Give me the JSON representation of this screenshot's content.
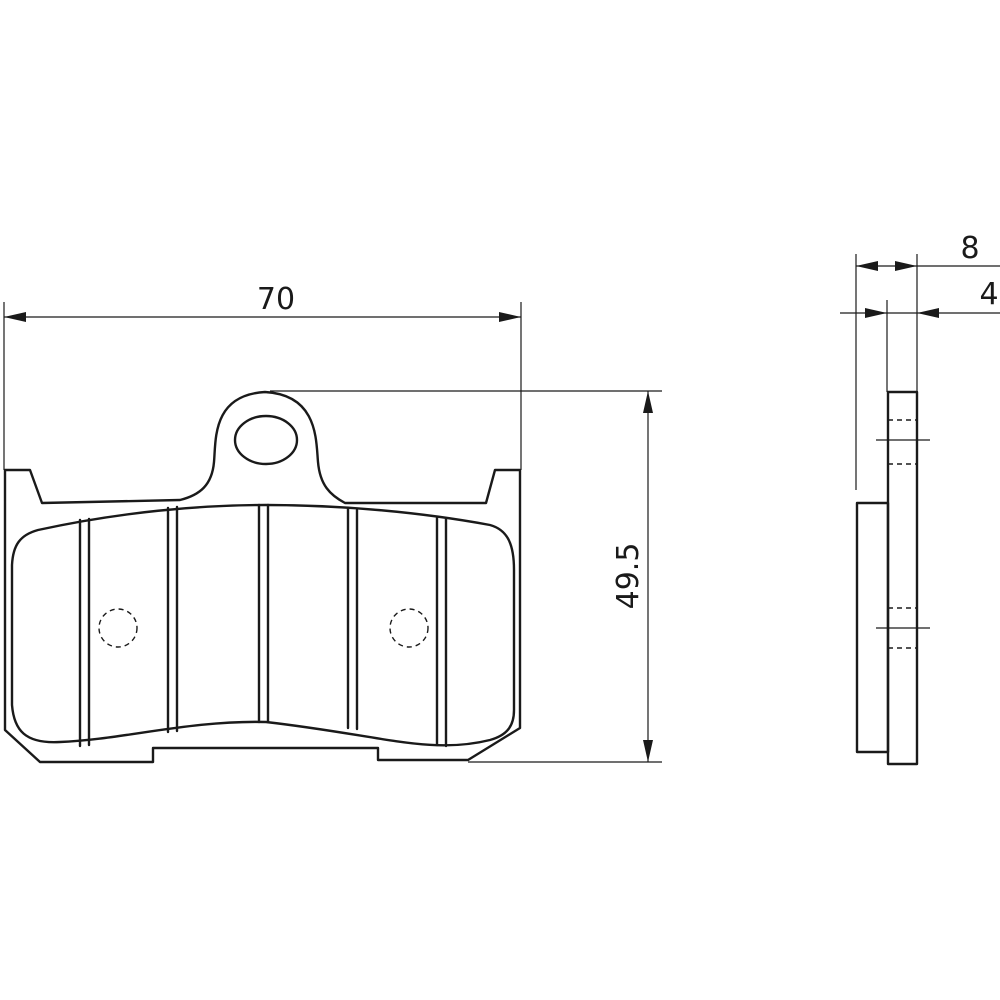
{
  "dimensions": {
    "width": "70",
    "height": "49.5",
    "total_thickness": "8",
    "backing_thickness": "4"
  },
  "colors": {
    "line": "#1a1a1a",
    "background": "#ffffff"
  }
}
